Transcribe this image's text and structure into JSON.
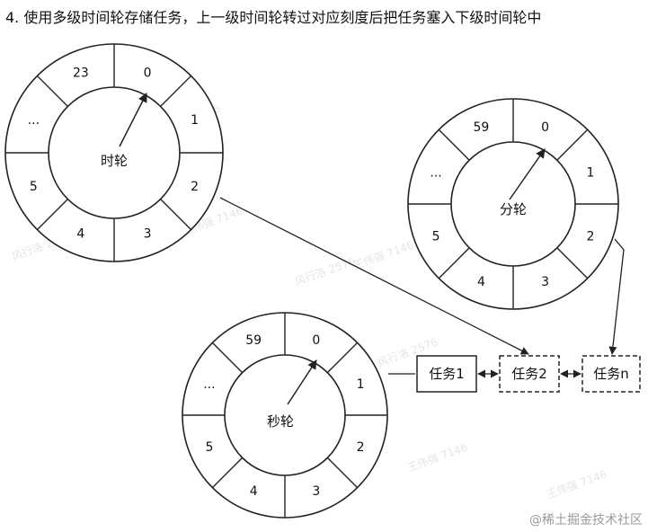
{
  "heading": "4. 使用多级时间轮存储任务，上一级时间轮转过对应刻度后把任务塞入下级时间轮中",
  "wheels": [
    {
      "key": "hour",
      "label": "时轮",
      "slots": [
        "0",
        "1",
        "2",
        "3",
        "4",
        "5",
        "...",
        "23"
      ]
    },
    {
      "key": "minute",
      "label": "分轮",
      "slots": [
        "0",
        "1",
        "2",
        "3",
        "4",
        "5",
        "...",
        "59"
      ]
    },
    {
      "key": "second",
      "label": "秒轮",
      "slots": [
        "0",
        "1",
        "2",
        "3",
        "4",
        "5",
        "...",
        "59"
      ]
    }
  ],
  "tasks": [
    {
      "label": "任务1",
      "style": "solid"
    },
    {
      "label": "任务2",
      "style": "dashed"
    },
    {
      "label": "任务n",
      "style": "dashed"
    }
  ],
  "watermark_tag": "@稀土掘金技术社区",
  "faint_watermarks": [
    "风行洛 2576",
    "王伟强 7146"
  ]
}
